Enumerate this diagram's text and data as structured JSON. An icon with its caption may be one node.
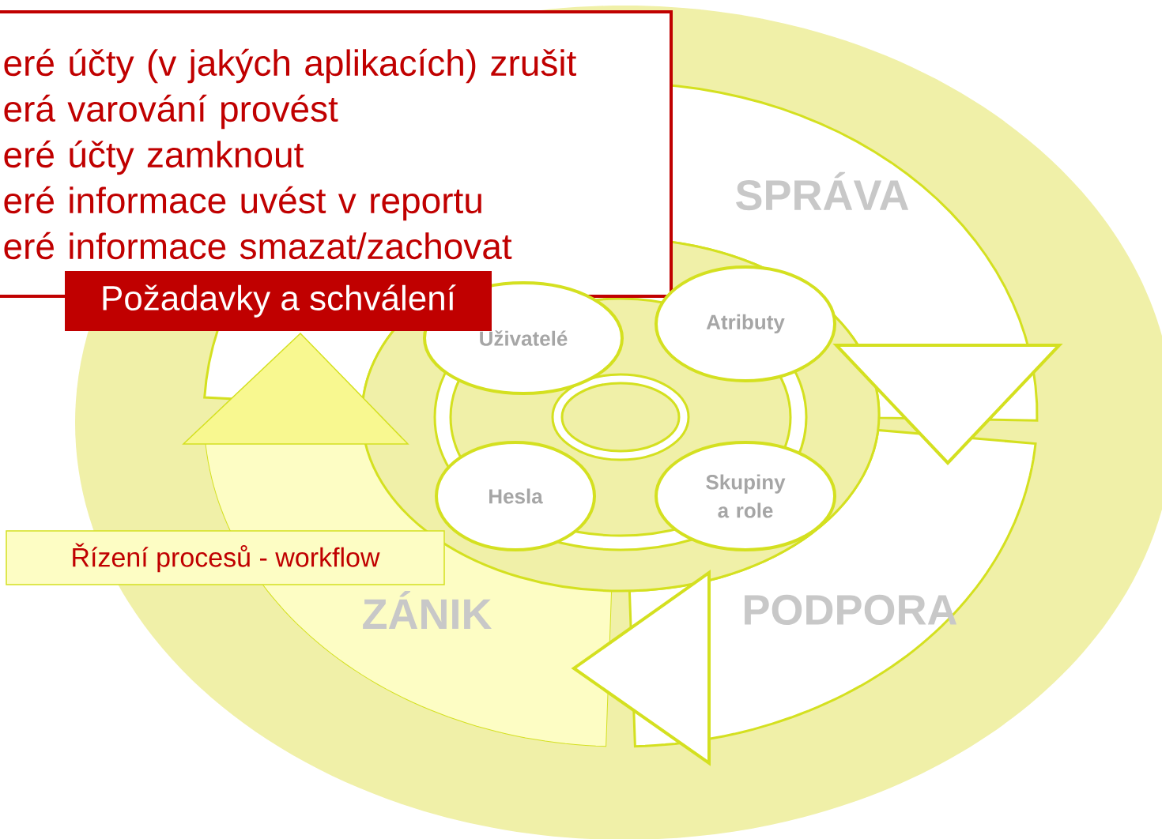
{
  "diagram": {
    "nodes": [
      {
        "text": [
          "eré účty (v jakých aplikacích) zrušit",
          "erá varování provést",
          "eré účty zamknout",
          "eré informace uvést v reportu",
          "eré informace smazat/zachovat"
        ]
      },
      {
        "text": [
          "Požadavky a schválení"
        ]
      },
      {
        "text": [
          "Uživatelé"
        ]
      },
      {
        "text": [
          "Atributy"
        ]
      },
      {
        "text": [],
        "shape": "ellipse"
      },
      {
        "text": [
          "Hesla"
        ]
      },
      {
        "text": [
          "Skupiny a role"
        ]
      },
      {
        "text": [
          "Řízení procesů - workflow"
        ]
      }
    ],
    "labels": [
      "SPRÁVA",
      "ZÁNIK",
      "PODPORA"
    ]
  }
}
